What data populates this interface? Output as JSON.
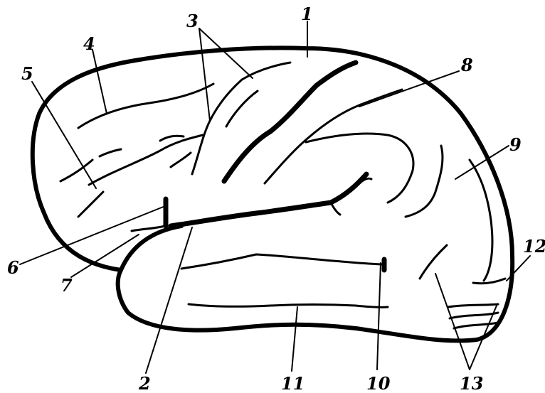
{
  "labels": {
    "l1": "1",
    "l2": "2",
    "l3": "3",
    "l4": "4",
    "l5": "5",
    "l6": "6",
    "l7": "7",
    "l8": "8",
    "l9": "9",
    "l10": "10",
    "l11": "11",
    "l12": "12",
    "l13": "13"
  },
  "colors": {
    "ink": "#000000",
    "background": "#ffffff"
  }
}
